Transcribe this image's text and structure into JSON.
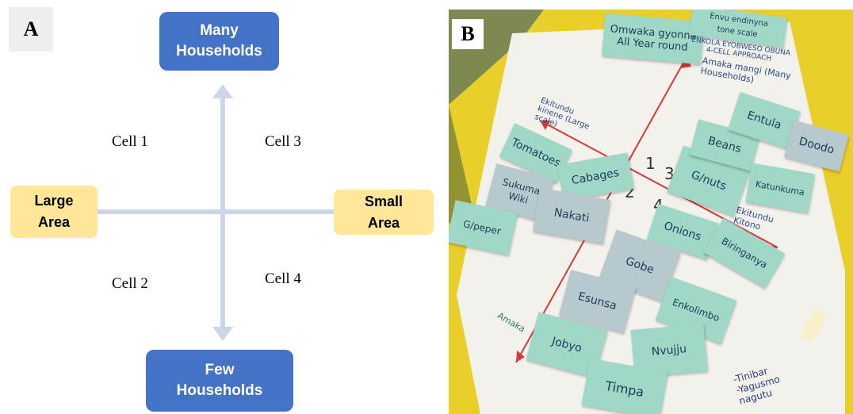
{
  "panel_a": {
    "letter": "A",
    "top_box": {
      "line1": "Many",
      "line2": "Households"
    },
    "bottom_box": {
      "line1": "Few",
      "line2": "Households"
    },
    "left_box": {
      "line1": "Large",
      "line2": "Area"
    },
    "right_box": {
      "line1": "Small",
      "line2": "Area"
    },
    "cells": {
      "cell1": "Cell 1",
      "cell2": "Cell 2",
      "cell3": "Cell 3",
      "cell4": "Cell 4"
    },
    "colors": {
      "axis": "#cdd6e8",
      "blue_box": "#4472c4",
      "yellow_box": "#ffe699"
    }
  },
  "panel_b": {
    "letter": "B",
    "header_card": {
      "line1": "Omwaka gyonna",
      "line2": "All Year round"
    },
    "title_note": {
      "line1": "ENKOLA EYOBWESO OBUNA",
      "line2": "4-CELL APPROACH"
    },
    "top_card": {
      "line1": "Envu endinyna",
      "line2": "tone scale"
    },
    "axis_notes": {
      "top": "Amaka mangi (Many Households)",
      "left": "Ekitundu kinene (Large scale)",
      "right": "Ekitundu Kitono",
      "bottom": "Amaka"
    },
    "cell_numbers": [
      "1",
      "2",
      "3",
      "4"
    ],
    "cards": [
      "Tomatoes",
      "Cabages",
      "G/nuts",
      "Beans",
      "Entula",
      "Doodo",
      "Katunkuma",
      "Sukuma Wiki",
      "Nakati",
      "G/peper",
      "Onions",
      "Biringanya",
      "Gobe",
      "Esunsa",
      "Enkolimbo",
      "Jobyo",
      "Nvujju",
      "Timpa"
    ],
    "corner_note": {
      "line1": "-Tinibar",
      "line2": "-Yagusmo",
      "line3": "nagutu"
    }
  }
}
